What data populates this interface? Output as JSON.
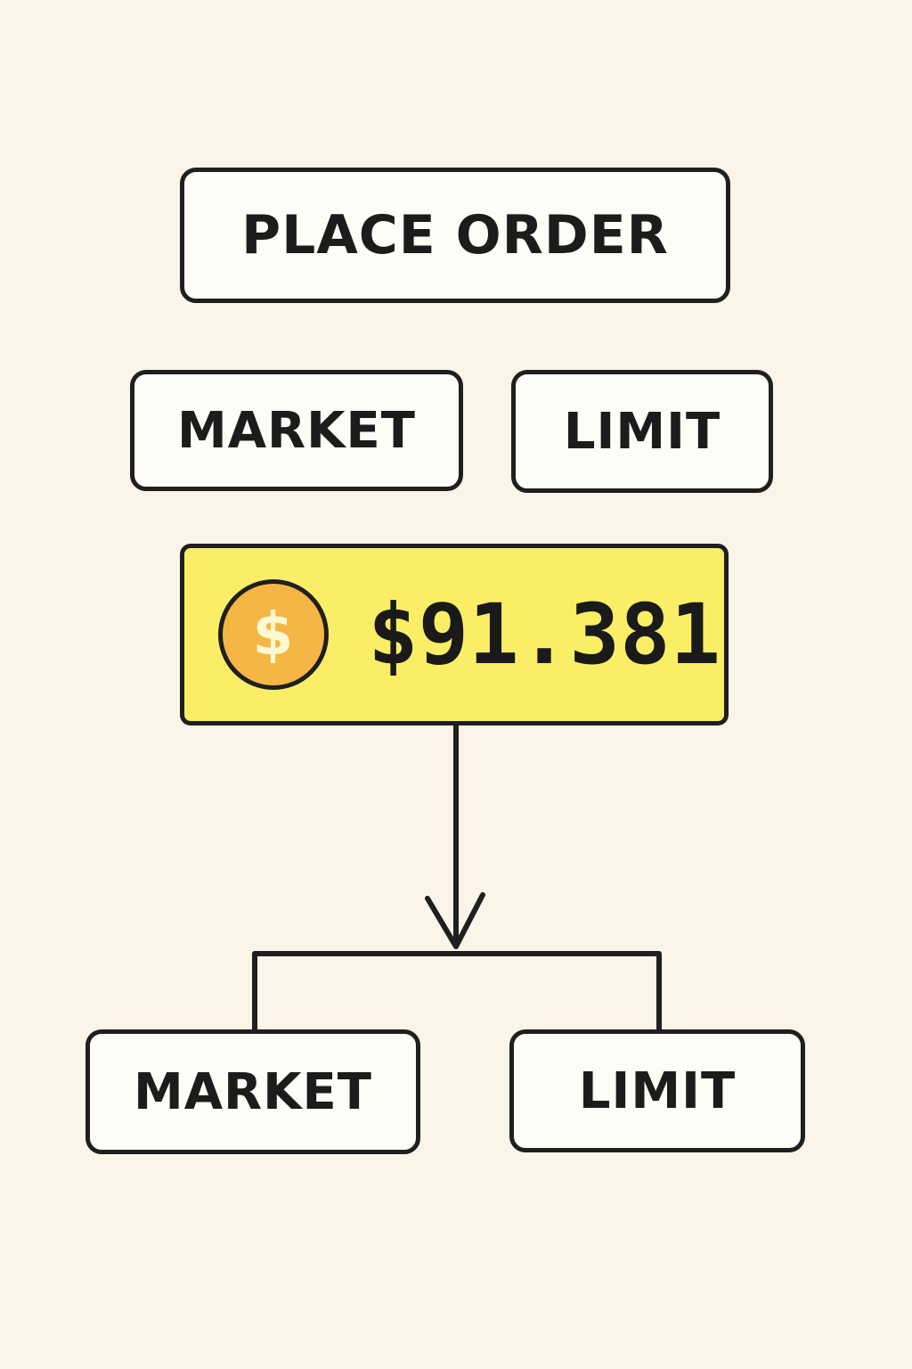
{
  "title": "PLACE ORDER",
  "order_types": [
    {
      "label": "MARKET"
    },
    {
      "label": "LIMIT"
    }
  ],
  "price": {
    "value": "$91.381",
    "icon": "dollar-coin-icon",
    "icon_glyph": "$",
    "background_color": "#fbee67",
    "coin_color": "#f5b645"
  },
  "branches": [
    {
      "label": "MARKET"
    },
    {
      "label": "LIMIT"
    }
  ],
  "colors": {
    "background": "#faf5e8",
    "box_fill": "#fdfcf7",
    "stroke": "#1f1f1f"
  }
}
